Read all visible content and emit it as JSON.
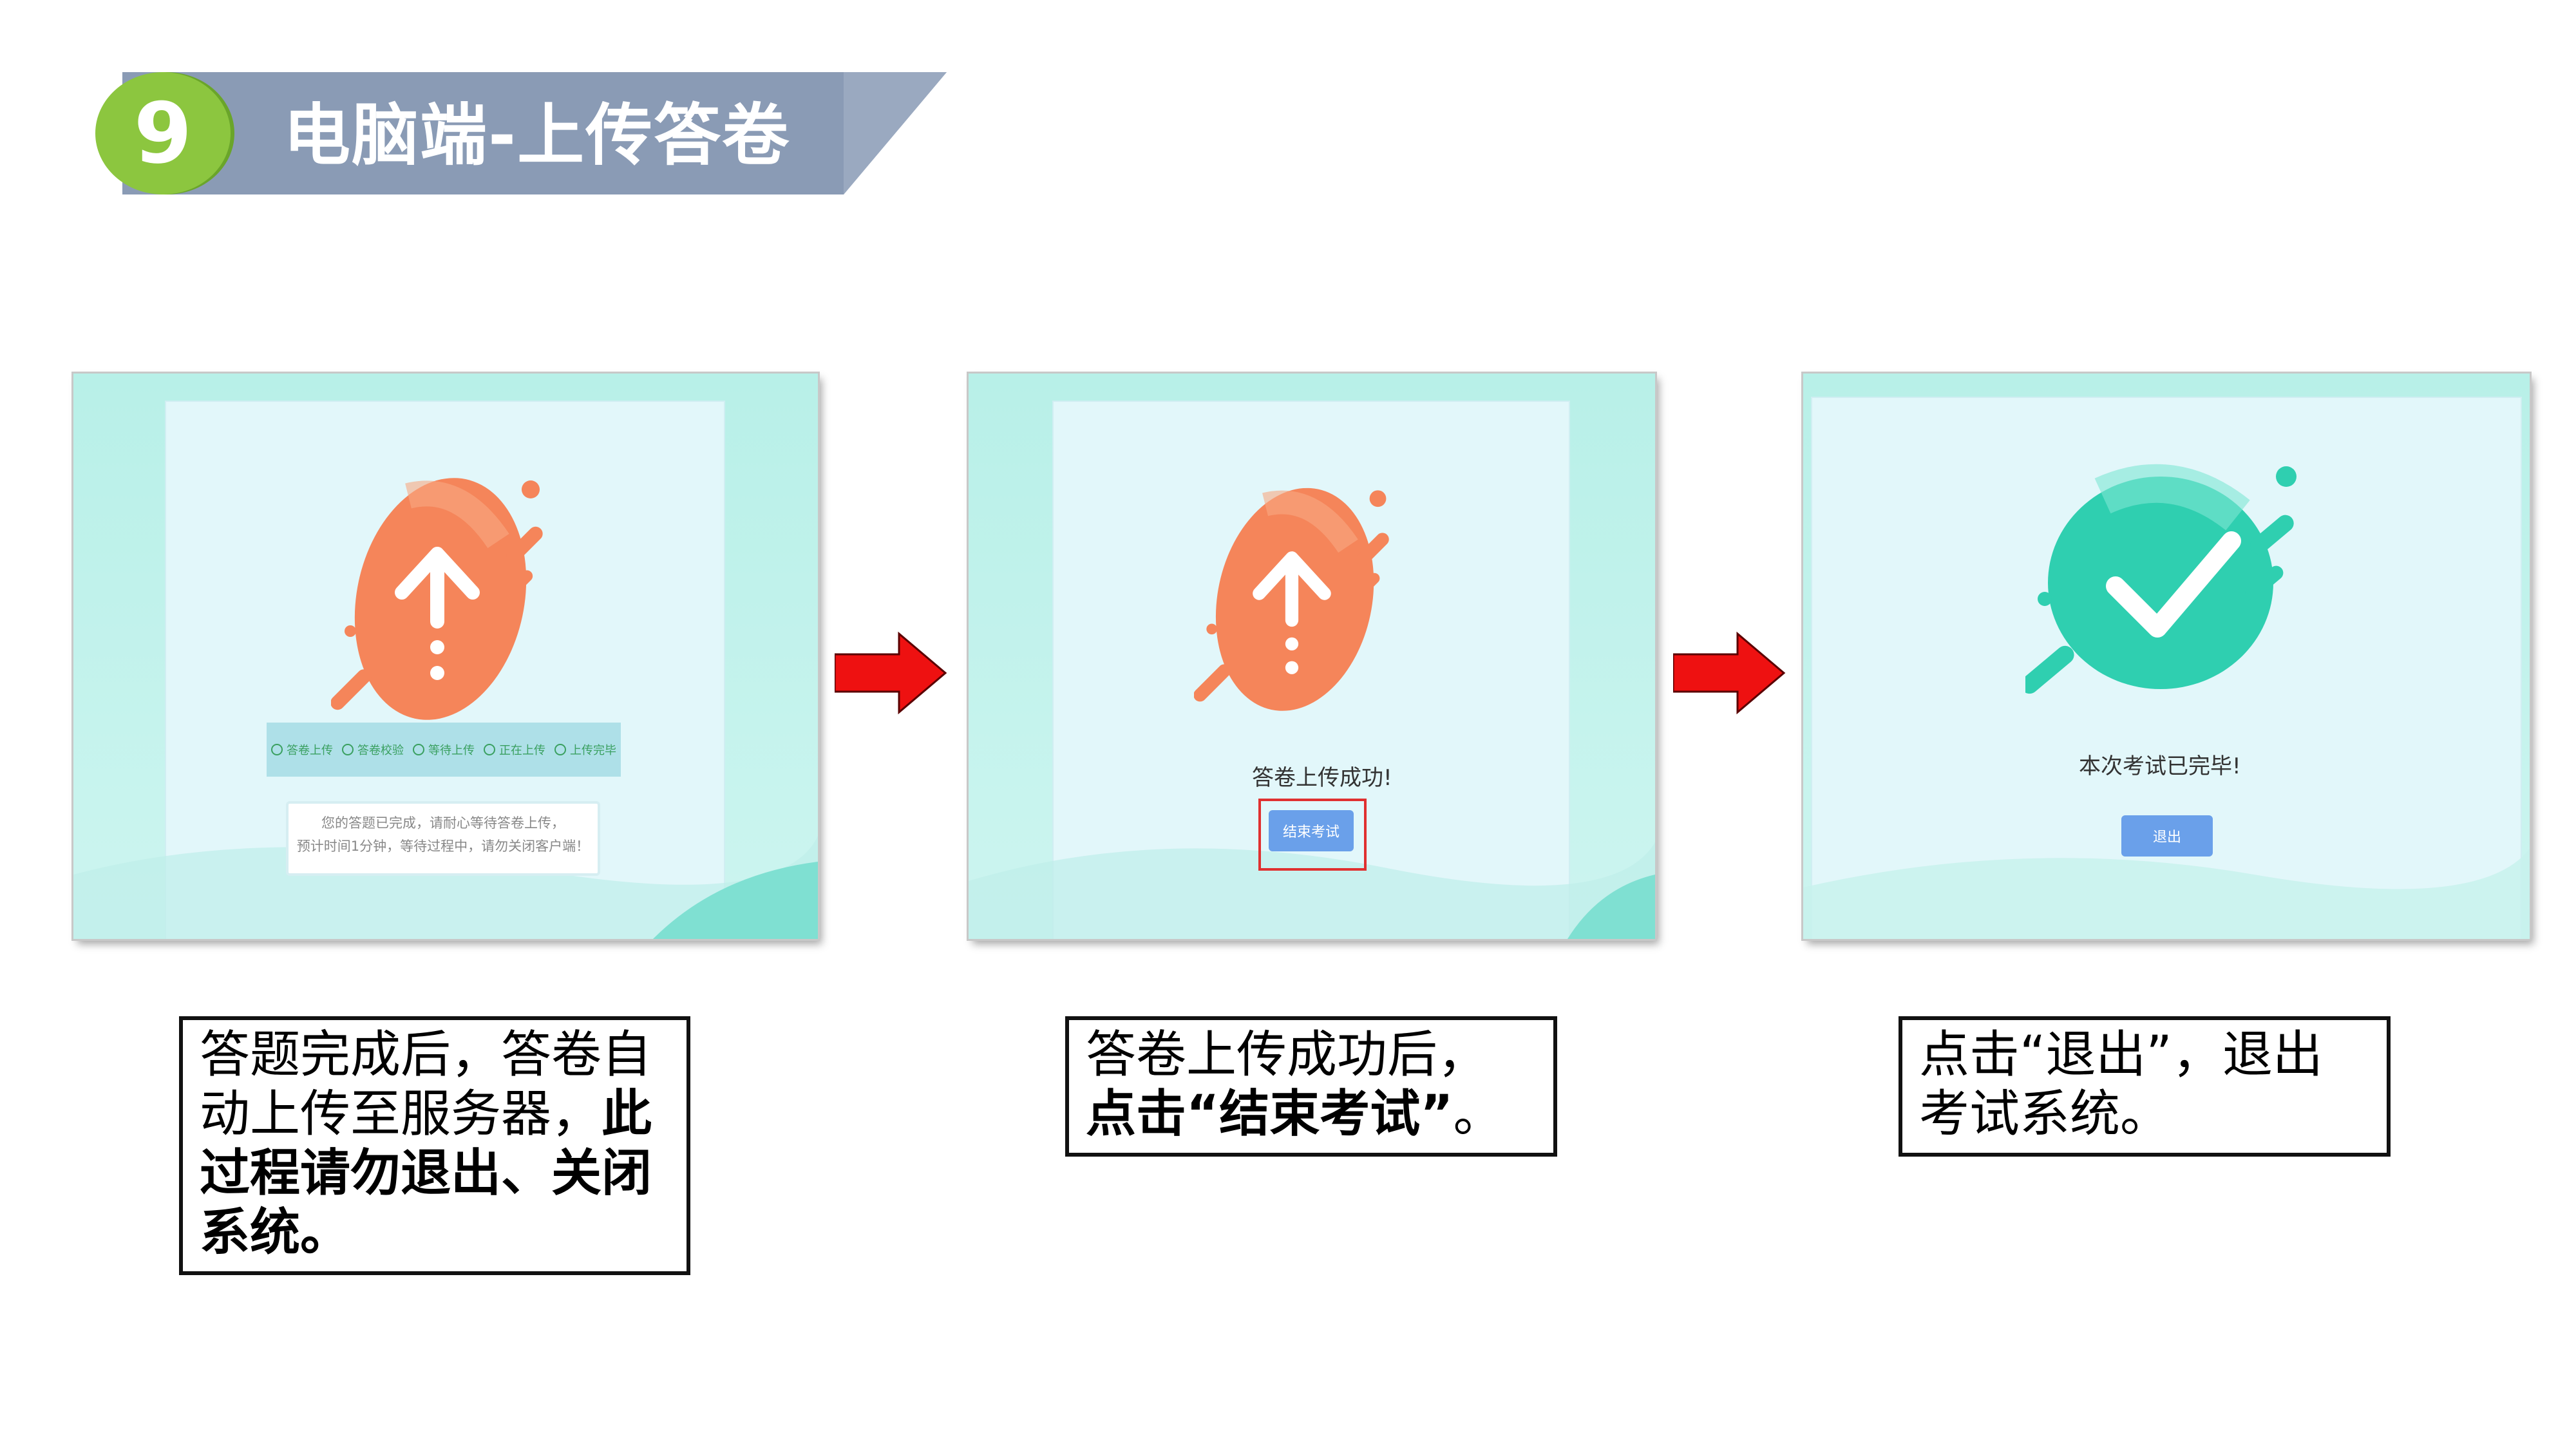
{
  "header": {
    "step_number": "9",
    "title": "电脑端-上传答卷",
    "colors": {
      "circle": "#8cc63f",
      "banner": "#8a9bb5"
    }
  },
  "panels": [
    {
      "icon": "upload-arrow-icon",
      "progress_steps": [
        "答卷上传",
        "答卷校验",
        "等待上传",
        "正在上传",
        "上传完毕"
      ],
      "notice_lines": [
        "您的答题已完成，请耐心等待答卷上传，",
        "预计时间1分钟，等待过程中，请勿关闭客户端！"
      ]
    },
    {
      "icon": "upload-arrow-icon",
      "message": "答卷上传成功!",
      "button_label": "结束考试"
    },
    {
      "icon": "checkmark-icon",
      "message": "本次考试已完毕!",
      "button_label": "退出"
    }
  ],
  "captions": [
    {
      "normal": "答题完成后，答卷自动上传至服务器，",
      "bold": "此过程请勿退出、关闭系统。"
    },
    {
      "normal": "答卷上传成功后，",
      "bold": "点击“结束考试”",
      "tail": "。"
    },
    {
      "normal": "点击“退出”，退出考试系统。"
    }
  ],
  "colors": {
    "arrow": "#ee1111",
    "orange": "#f5855a",
    "teal": "#2fcfb0",
    "button": "#6aa0ea"
  }
}
